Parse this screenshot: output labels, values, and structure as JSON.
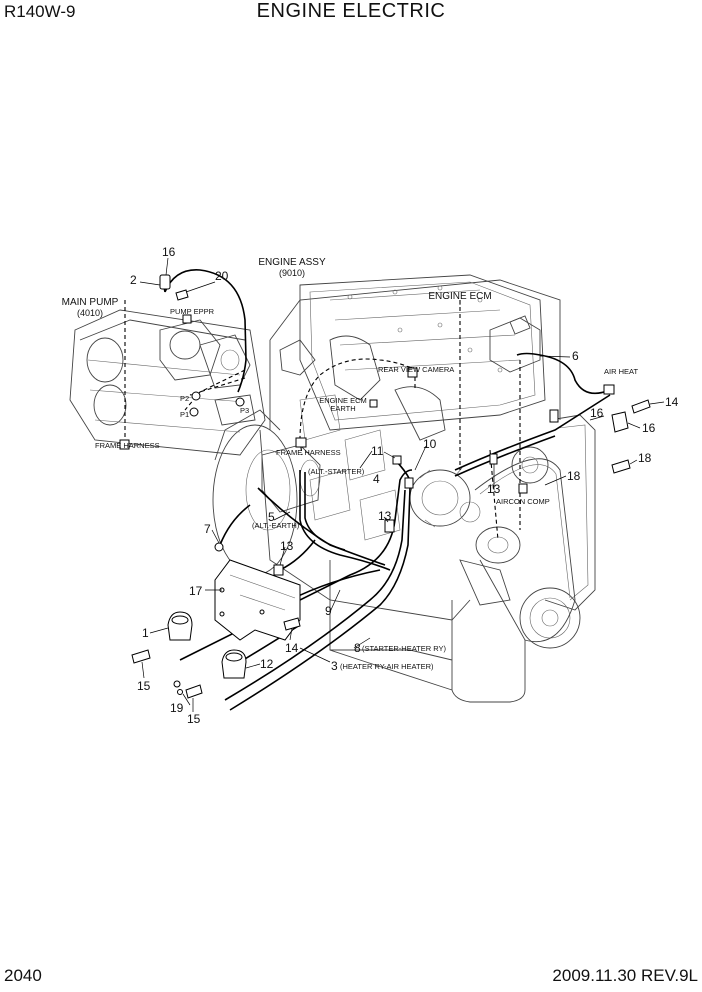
{
  "header": {
    "model": "R140W-9",
    "title": "ENGINE ELECTRIC"
  },
  "footer": {
    "page": "2040",
    "revision": "2009.11.30  REV.9L"
  },
  "assemblies": {
    "engine_assy": "ENGINE ASSY",
    "engine_assy_code": "(9010)",
    "main_pump": "MAIN PUMP",
    "main_pump_code": "(4010)",
    "engine_ecm": "ENGINE ECM"
  },
  "labels": {
    "pump_eppr": "PUMP EPPR",
    "p1": "P1",
    "p2": "P2",
    "p3": "P3",
    "frame_harness_left": "FRAME HARNESS",
    "frame_harness_mid": "FRAME HARNESS",
    "rear_view_camera": "REAR VIEW CAMERA",
    "engine_ecm_earth_1": "ENGINE ECM",
    "engine_ecm_earth_2": "EARTH",
    "alt_starter": "(ALT.-STARTER)",
    "alt_earth": "(ALT.-EARTH)",
    "air_heat": "AIR HEAT",
    "aircon_comp": "AIRCON COMP",
    "starter_heater": "(STARTER-HEATER RY)",
    "heater_air_heater": "(HEATER RY-AIR HEATER)"
  },
  "callouts": {
    "c1": "1",
    "c2": "2",
    "c3": "3",
    "c4": "4",
    "c5": "5",
    "c6": "6",
    "c7": "7",
    "c8": "8",
    "c9": "9",
    "c10": "10",
    "c11": "11",
    "c12": "12",
    "c13a": "13",
    "c13b": "13",
    "c13c": "13",
    "c14a": "14",
    "c14b": "14",
    "c15a": "15",
    "c15b": "15",
    "c16a": "16",
    "c16b": "16",
    "c16c": "16",
    "c17": "17",
    "c18": "18",
    "c19": "19",
    "c20": "20"
  }
}
